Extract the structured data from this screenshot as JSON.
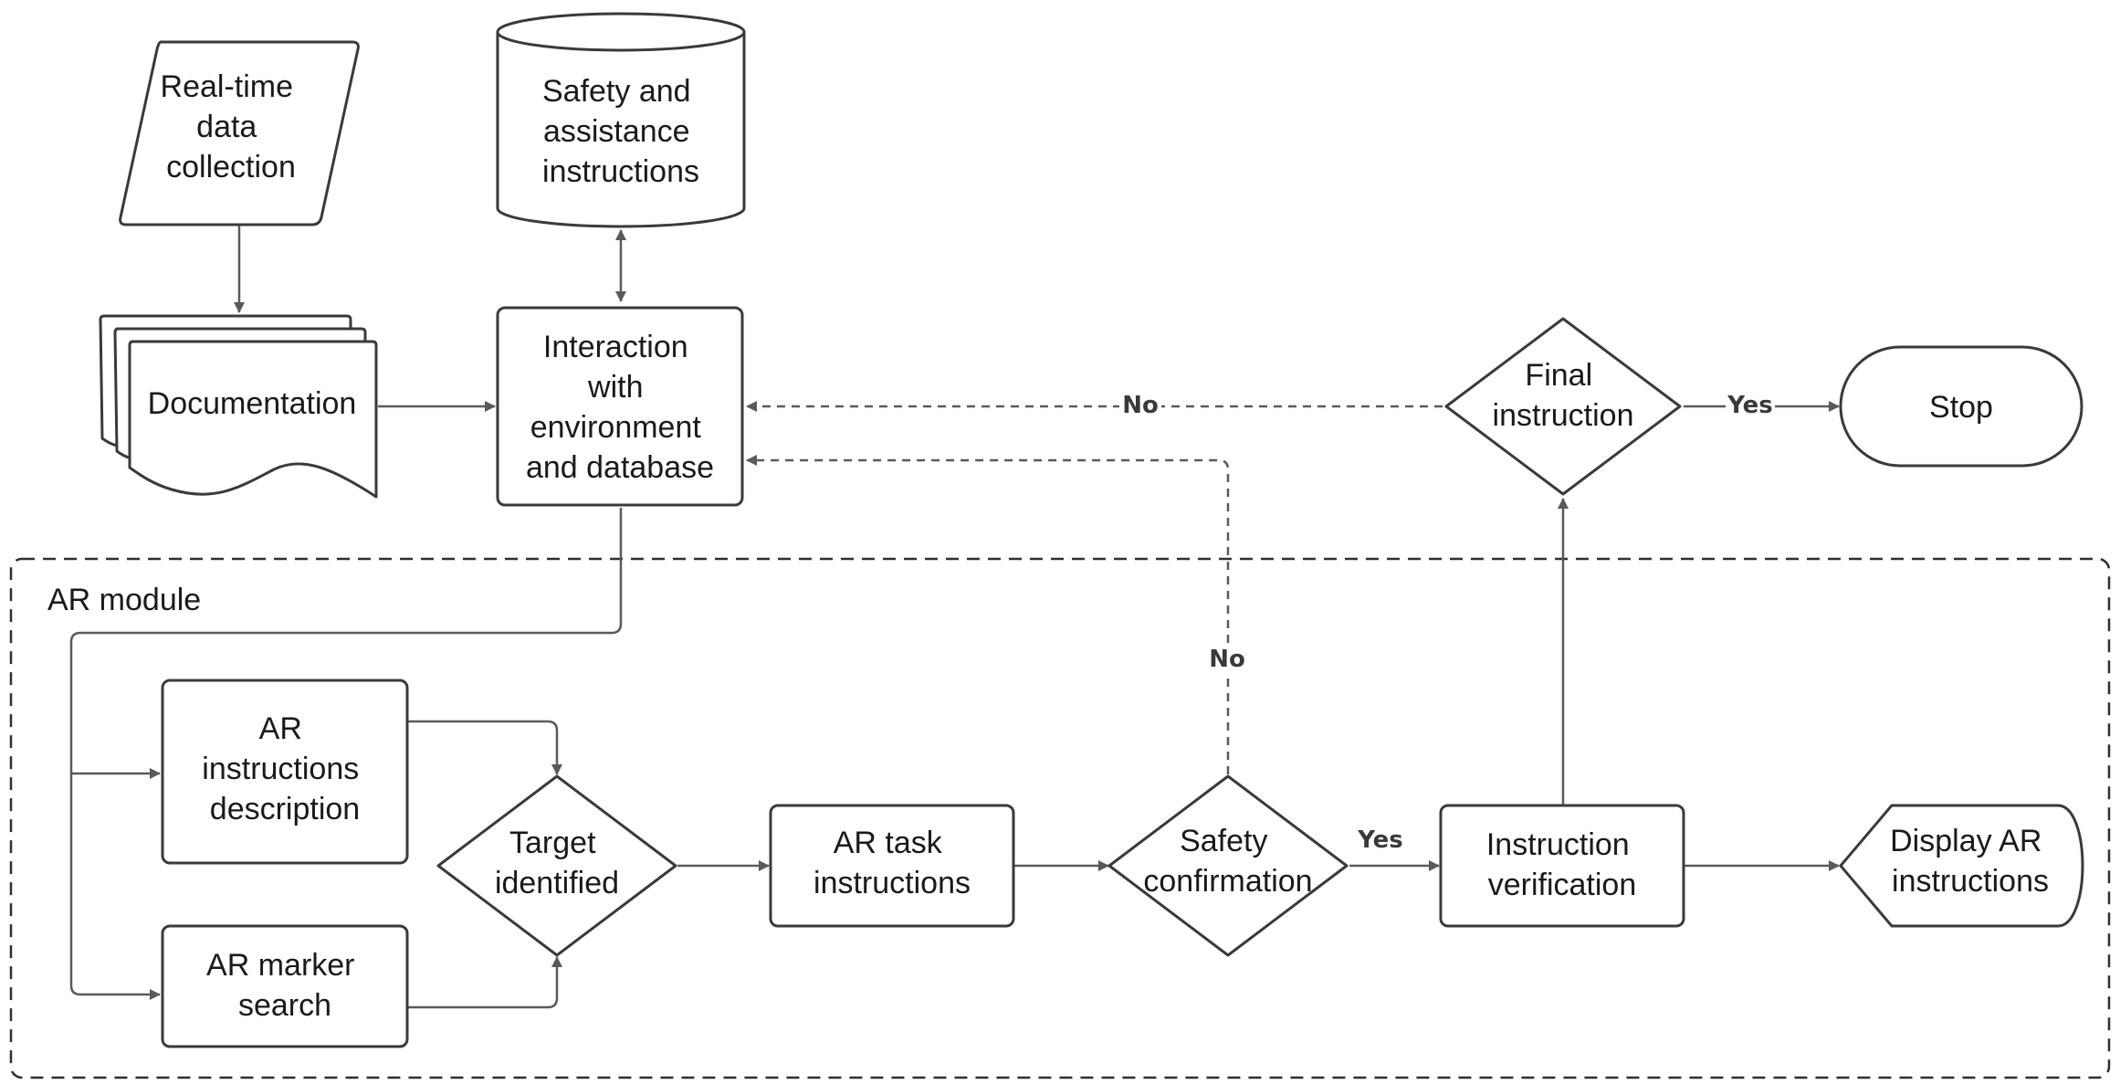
{
  "group": {
    "label": "AR module"
  },
  "nodes": {
    "realtime": {
      "lines": [
        "Real-time",
        "data",
        "collection"
      ]
    },
    "safety_db": {
      "lines": [
        "Safety and",
        "assistance",
        "instructions"
      ]
    },
    "documentation": {
      "lines": [
        "Documentation"
      ]
    },
    "interaction": {
      "lines": [
        "Interaction",
        "with",
        "environment",
        "and database"
      ]
    },
    "final_instruction": {
      "lines": [
        "Final",
        "instruction"
      ]
    },
    "stop": {
      "lines": [
        "Stop"
      ]
    },
    "ar_desc": {
      "lines": [
        "AR",
        "instructions",
        "description"
      ]
    },
    "ar_marker": {
      "lines": [
        "AR marker",
        "search"
      ]
    },
    "target": {
      "lines": [
        "Target",
        "identified"
      ]
    },
    "ar_task": {
      "lines": [
        "AR task",
        "instructions"
      ]
    },
    "safety_conf": {
      "lines": [
        "Safety",
        "confirmation"
      ]
    },
    "verification": {
      "lines": [
        "Instruction",
        "verification"
      ]
    },
    "display": {
      "lines": [
        "Display AR",
        "instructions"
      ]
    }
  },
  "edge_labels": {
    "final_no": "No",
    "final_yes": "Yes",
    "safety_no": "No",
    "safety_yes": "Yes"
  }
}
